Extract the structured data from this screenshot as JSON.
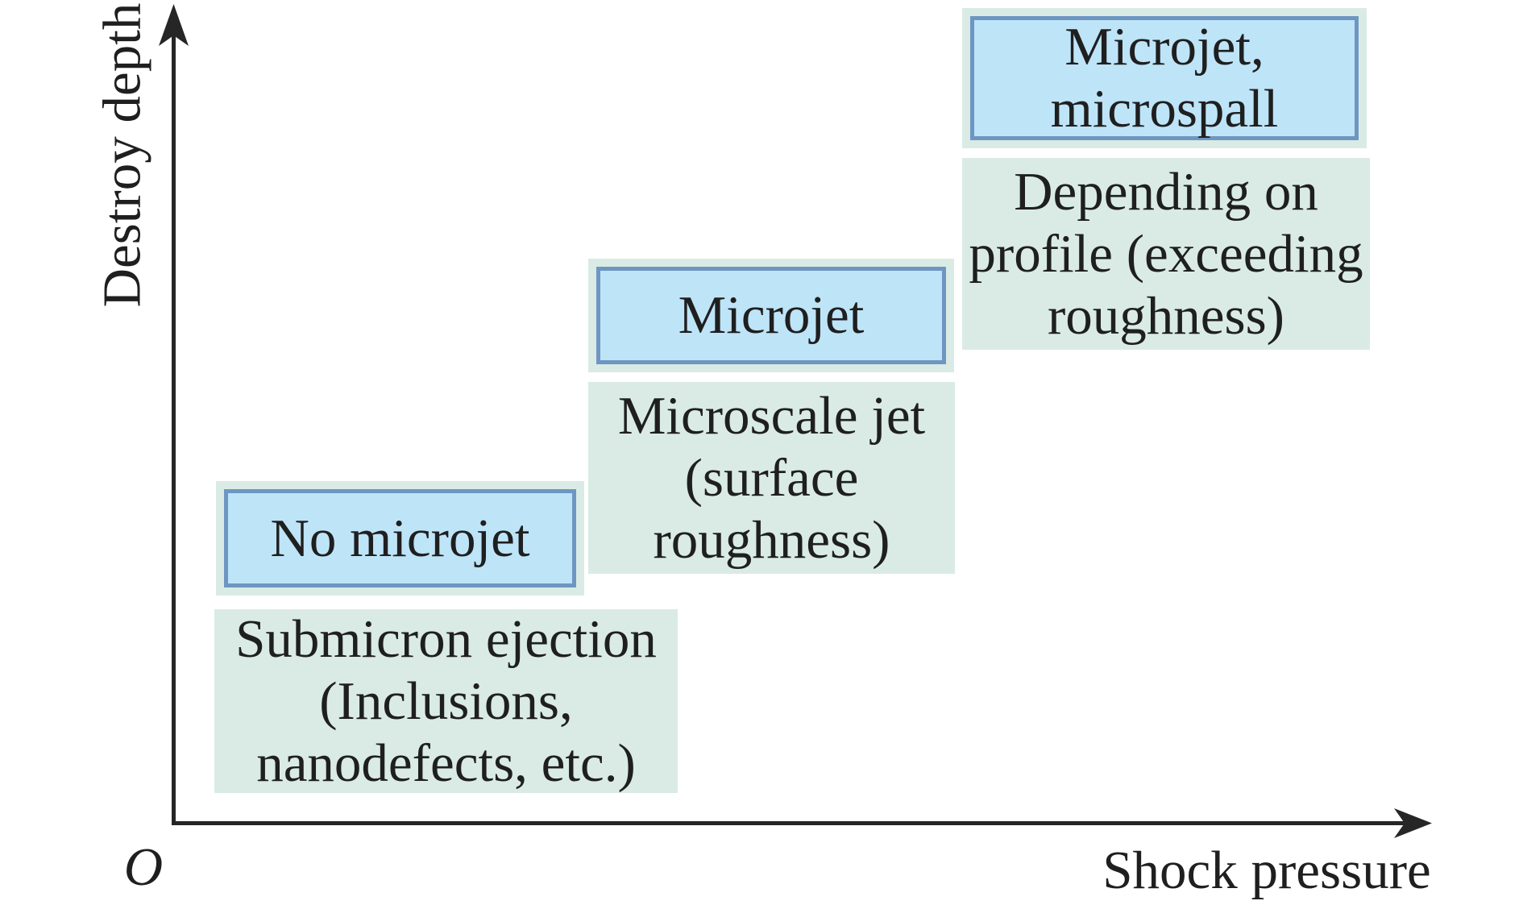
{
  "figure": {
    "y_axis_label": "Destroy depth",
    "x_axis_label": "Shock pressure",
    "origin_label": "O"
  },
  "stages": [
    {
      "box_label": "No microjet",
      "description": "Submicron ejection\n(Inclusions,\nnanodefects, etc.)"
    },
    {
      "box_label": "Microjet",
      "description": "Microscale jet\n(surface\nroughness)"
    },
    {
      "box_label": "Microjet,\nmicrospall",
      "description": "Depending on\nprofile (exceeding\nroughness)"
    }
  ],
  "colors": {
    "panel-green": "#d9ebe4",
    "box-fill-blue": "#bee4f8",
    "box-border-blue": "#6e96c2",
    "axis-color": "#262626",
    "text-color": "#1f1f1f",
    "bg-color": "#ffffff"
  }
}
